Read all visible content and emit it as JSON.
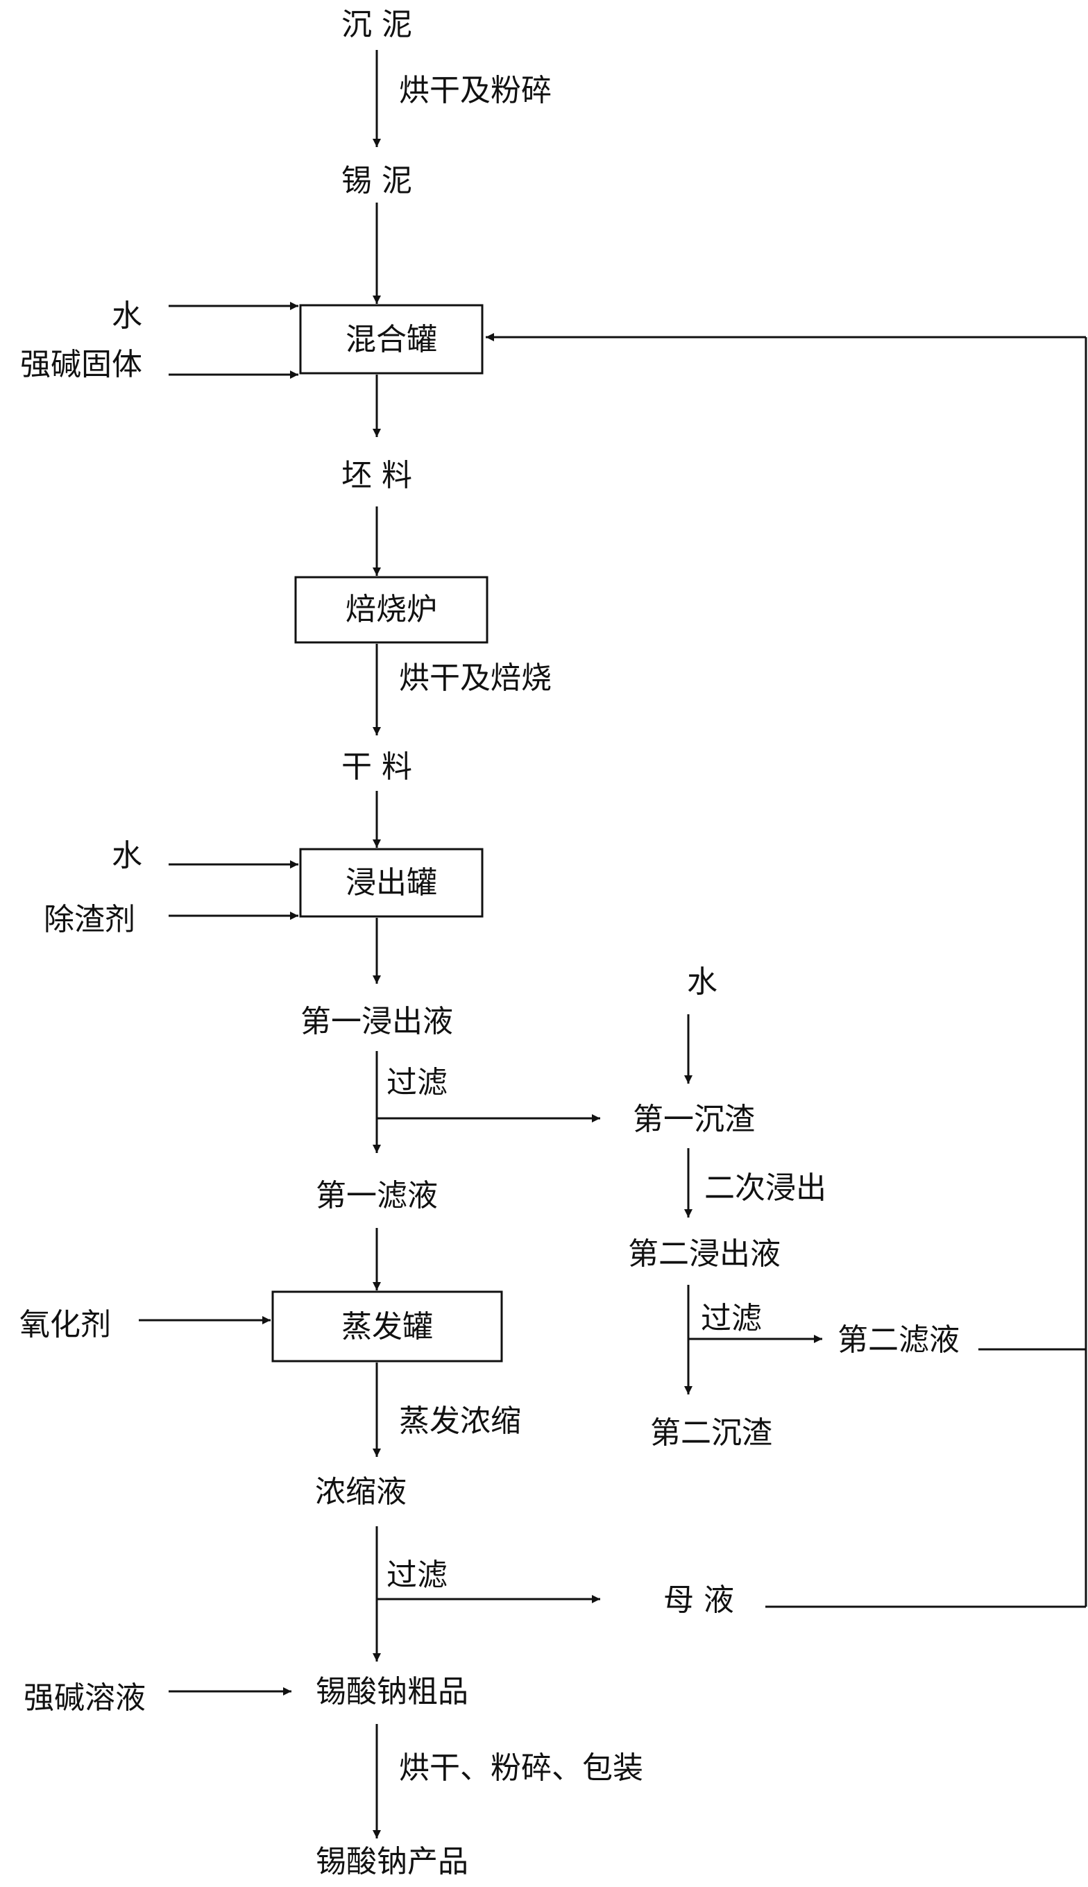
{
  "nodes": {
    "sludge": "沉 泥",
    "tin_sludge": "锡 泥",
    "mix_tank": "混合罐",
    "green_material": "坯 料",
    "roaster": "焙烧炉",
    "dry_material": "干 料",
    "leach_tank": "浸出罐",
    "first_leachate": "第一浸出液",
    "first_filtrate": "第一滤液",
    "evaporator": "蒸发罐",
    "concentrate": "浓缩液",
    "crude_product": "锡酸钠粗品",
    "final_product": "锡酸钠产品",
    "first_residue": "第一沉渣",
    "second_leachate": "第二浸出液",
    "second_filtrate": "第二滤液",
    "second_residue": "第二沉渣",
    "mother_liquor": "母 液"
  },
  "inputs": {
    "water_1": "水",
    "strong_base_solid": "强碱固体",
    "water_2": "水",
    "slag_remover": "除渣剂",
    "water_3": "水",
    "oxidant": "氧化剂",
    "strong_base_solution": "强碱溶液"
  },
  "steps": {
    "dry_and_crush": "烘干及粉碎",
    "dry_and_roast": "烘干及焙烧",
    "filter_1": "过滤",
    "second_leach": "二次浸出",
    "filter_2": "过滤",
    "evaporate": "蒸发浓缩",
    "filter_3": "过滤",
    "finish": "烘干、粉碎、包装"
  }
}
